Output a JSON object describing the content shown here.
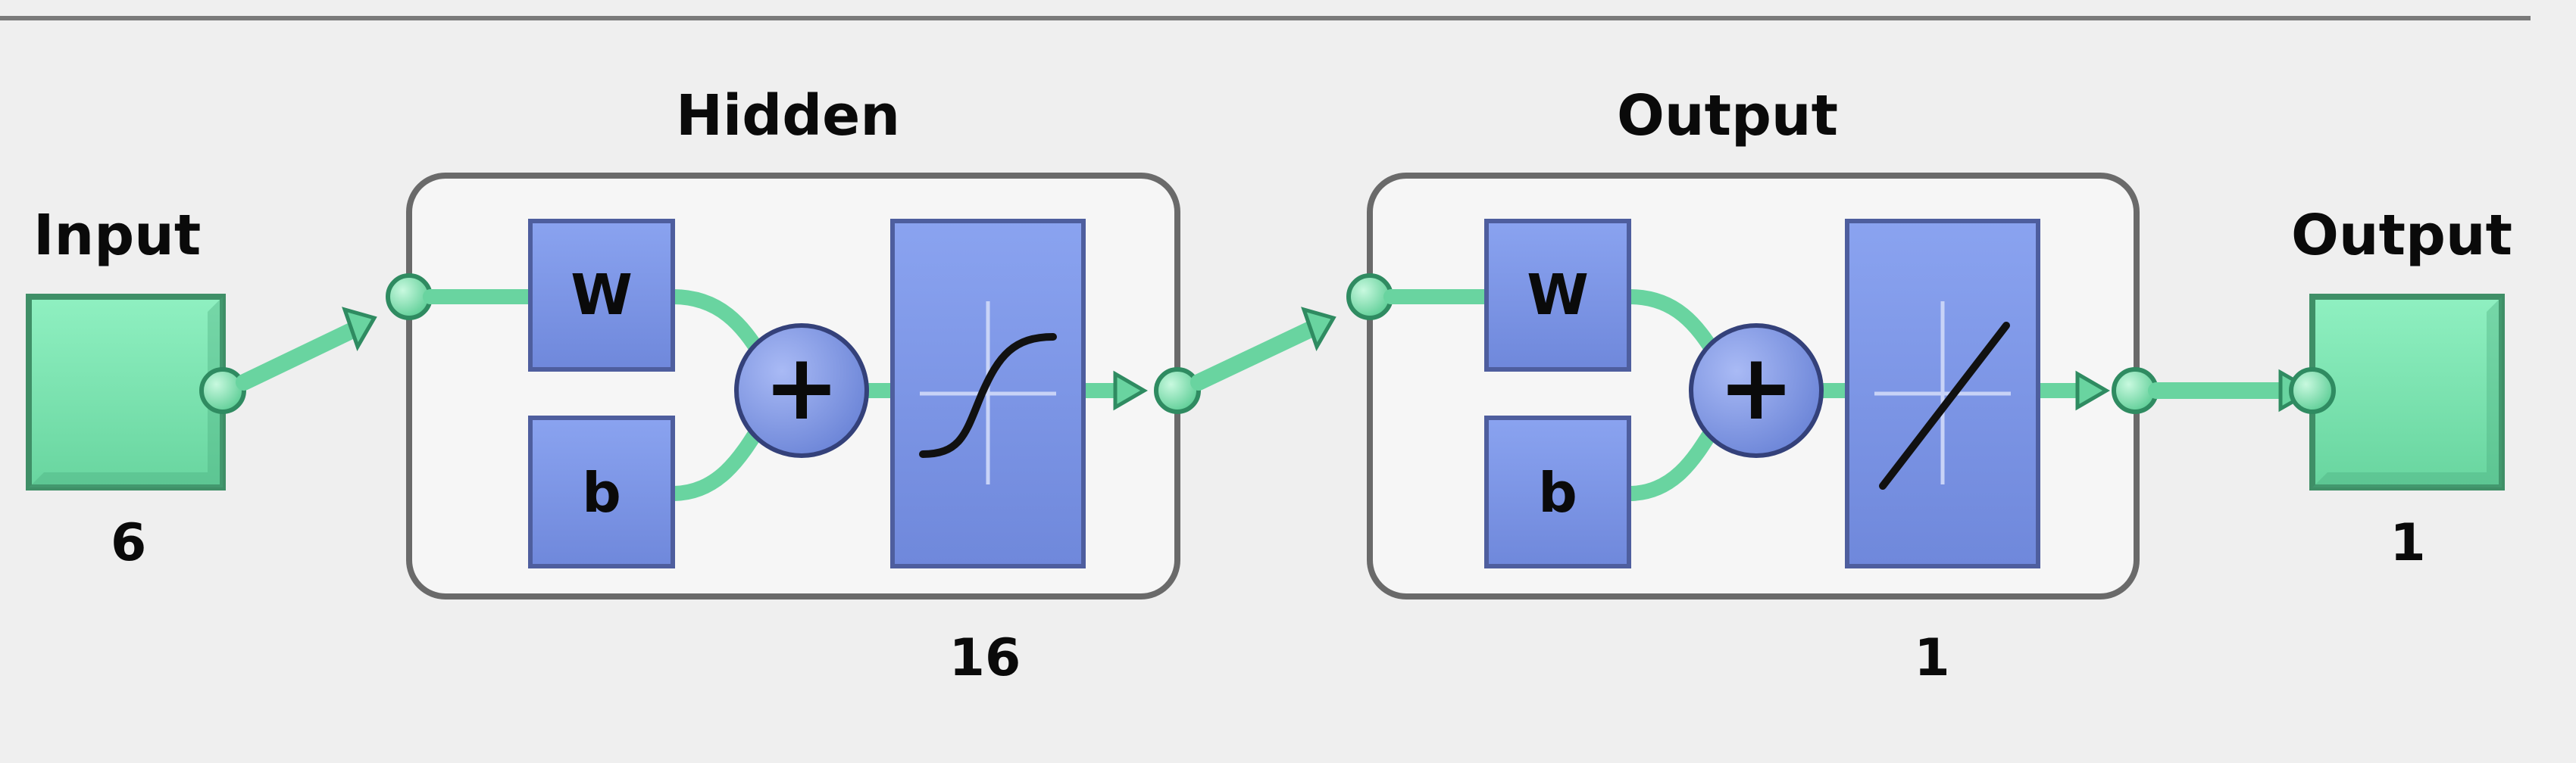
{
  "labels": {
    "input_title": "Input",
    "input_size": "6",
    "hidden_title": "Hidden",
    "hidden_size": "16",
    "output_layer_title": "Output",
    "output_layer_size": "1",
    "output_title": "Output",
    "output_size": "1"
  },
  "blocks": {
    "weight_symbol": "W",
    "bias_symbol": "b",
    "sum_symbol": "+"
  },
  "hidden_layer": {
    "transfer": "sigmoid"
  },
  "output_layer": {
    "transfer": "linear"
  },
  "colors": {
    "background": "#efefef",
    "top_border": "#7a7a7a",
    "io_fill": "#79e3af",
    "io_stroke": "#3f8f67",
    "connector": "#69d4a0",
    "connector_dark": "#2f8b61",
    "layer_box_fill": "#f6f6f6",
    "layer_box_stroke": "#6a6a6a",
    "block_fill": "#7a93e5",
    "block_stroke": "#4e5e9e",
    "block_light": "#c8d3f7",
    "curve": "#111111"
  }
}
